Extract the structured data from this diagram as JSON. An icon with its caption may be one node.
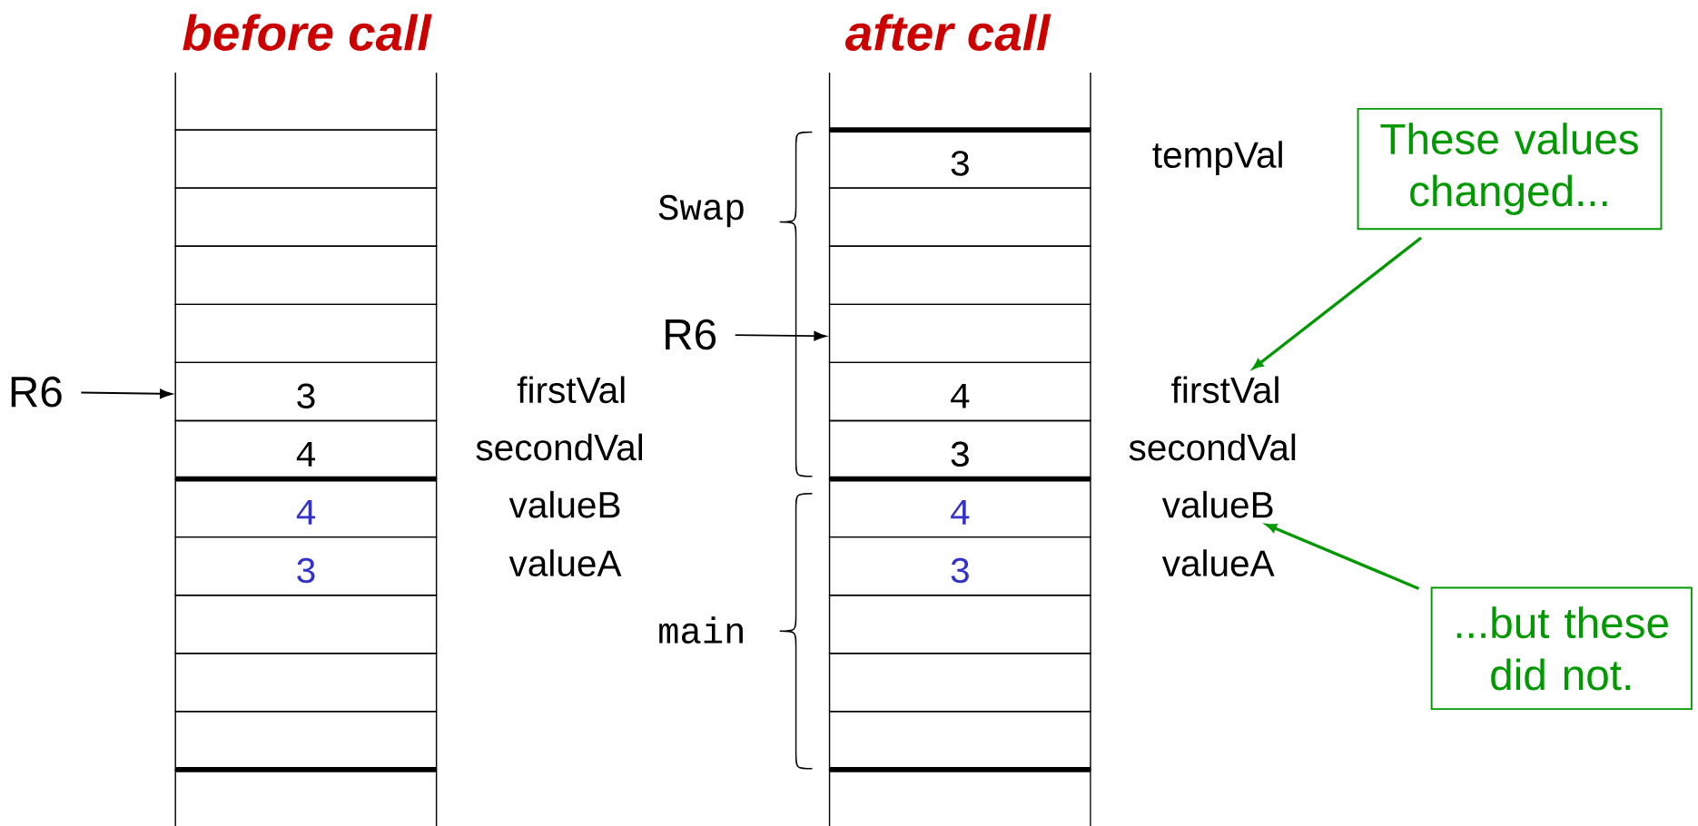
{
  "diagram": {
    "nodes": [
      {
        "text": [
          "R6"
        ]
      },
      {
        "text": [],
        "shape": "box"
      },
      {
        "text": [],
        "shape": "box"
      },
      {
        "text": [],
        "shape": "box"
      },
      {
        "text": [],
        "shape": "box"
      },
      {
        "text": [],
        "shape": "box"
      },
      {
        "text": [
          "3"
        ]
      },
      {
        "text": [
          "4"
        ]
      },
      {
        "text": [
          "4"
        ]
      },
      {
        "text": [
          "3"
        ]
      },
      {
        "text": [],
        "shape": "box"
      },
      {
        "text": [],
        "shape": "box"
      },
      {
        "text": [],
        "shape": "box"
      },
      {
        "text": [],
        "shape": "box"
      },
      {
        "text": [
          "R6"
        ]
      },
      {
        "text": [],
        "shape": "box"
      },
      {
        "text": [
          "3"
        ]
      },
      {
        "text": [],
        "shape": "box"
      },
      {
        "text": [],
        "shape": "box"
      },
      {
        "text": [],
        "shape": "box"
      },
      {
        "text": [
          "4"
        ]
      },
      {
        "text": [
          "3"
        ]
      },
      {
        "text": [
          "4"
        ]
      },
      {
        "text": [
          "3"
        ]
      },
      {
        "text": [],
        "shape": "box"
      },
      {
        "text": [],
        "shape": "box"
      },
      {
        "text": [],
        "shape": "box"
      },
      {
        "text": [],
        "shape": "box"
      },
      {
        "text": [
          "firstVal"
        ]
      },
      {
        "text": [
          "valueB"
        ]
      },
      {
        "text": [
          "These values changed..."
        ]
      },
      {
        "text": [
          "...but these did not."
        ]
      }
    ],
    "edges": [
      {
        "from": 0,
        "to": 6,
        "arrow": "to"
      },
      {
        "from": 14,
        "to": 19,
        "arrow": "to"
      },
      {
        "from": 30,
        "to": 28,
        "arrow": "to",
        "color": "#009900"
      },
      {
        "from": 31,
        "to": 29,
        "arrow": "to",
        "color": "#009900"
      }
    ],
    "labels": [
      "before call",
      "after call",
      "tempVal",
      "Swap",
      "firstVal",
      "secondVal",
      "secondVal",
      "valueB",
      "valueA",
      "valueA",
      "main"
    ]
  }
}
